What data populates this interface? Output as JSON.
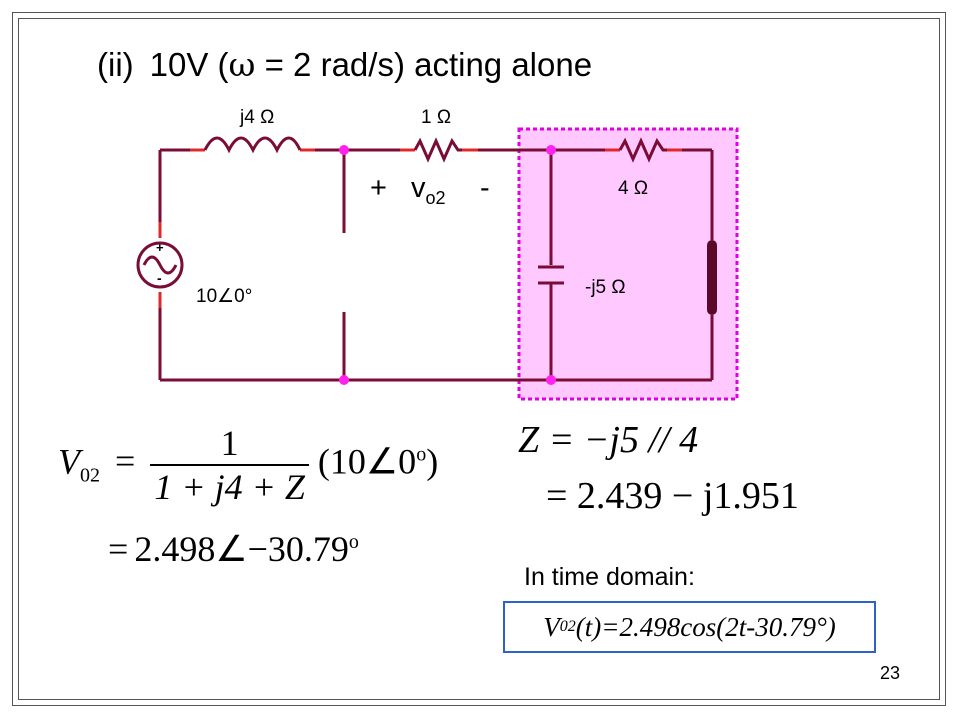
{
  "title": {
    "number": "(ii)",
    "text_pre": "10V (",
    "omega": "ω",
    "text_post": " = 2 rad/s) acting alone"
  },
  "circuit": {
    "inductor_label": "j4 Ω",
    "resistor1_label": "1 Ω",
    "resistor2_label": "4 Ω",
    "capacitor_label": "-j5 Ω",
    "source_label": "10∠0°",
    "source_plus": "+",
    "source_minus": "-",
    "vo_plus": "+",
    "vo_var": "v",
    "vo_sub": "o2",
    "vo_minus": "-",
    "colors": {
      "wire": "#7a0c36",
      "wire_red": "#e02828",
      "node": "#ff22ee",
      "highlight_fill": "#ffc9ff",
      "highlight_border": "#e000e0"
    }
  },
  "equations": {
    "v02_lhs": "V",
    "v02_lhs_sub": "02",
    "v02_eq": "=",
    "v02_num": "1",
    "v02_den": "1 + j4 + Z",
    "v02_tail": "(10∠0",
    "v02_tail_deg": "o",
    "v02_tail_close": ")",
    "v02_result_eq": "=",
    "v02_result": "2.498∠−30.79",
    "v02_result_deg": "o",
    "z_line1": "Z = −j5 // 4",
    "z_line2": "= 2.439 − j1.951"
  },
  "time_domain": {
    "label": "In time domain:",
    "expr_pre": "V",
    "expr_sub": "02",
    "expr_post": "(t)=2.498cos(2t-30.79°)",
    "box_color": "#2d62c7"
  },
  "page_number": "23"
}
